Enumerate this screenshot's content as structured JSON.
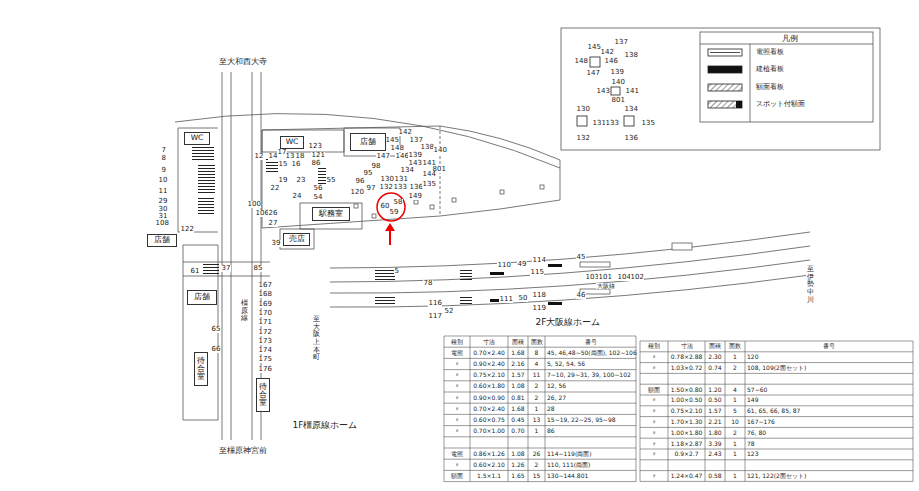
{
  "diagram": {
    "nodes": [
      {
        "text": [
          "WC"
        ]
      },
      {
        "text": [
          "WC"
        ]
      },
      {
        "text": [
          "店舗"
        ]
      },
      {
        "text": [
          "駅務室"
        ]
      },
      {
        "text": [
          "売店"
        ]
      },
      {
        "text": [
          "店舗"
        ]
      },
      {
        "text": [
          "店舗"
        ]
      },
      {
        "text": [
          "待合室"
        ]
      },
      {
        "text": [
          "待合室"
        ]
      }
    ],
    "labels": [
      "至大和西大寺",
      "7",
      "8",
      "9",
      "10",
      "11",
      "29",
      "30",
      "31",
      "108",
      "122",
      "12",
      "14",
      "17",
      "13",
      "18",
      "15",
      "16",
      "123",
      "121",
      "86",
      "147",
      "98",
      "95",
      "96",
      "97",
      "120",
      "19",
      "23",
      "22",
      "24",
      "56",
      "54",
      "55",
      "100",
      "106",
      "26",
      "27",
      "39",
      "61",
      "37",
      "85",
      "167",
      "168",
      "169",
      "170",
      "171",
      "172",
      "173",
      "174",
      "175",
      "176",
      "65",
      "66",
      "橿原線",
      "至大阪上本町",
      "1F橿原線ホーム",
      "至橿原神宮前",
      "142",
      "145",
      "137",
      "148",
      "138",
      "146",
      "139",
      "143",
      "141",
      "140",
      "801",
      "134",
      "144",
      "130",
      "131",
      "132",
      "133",
      "136",
      "135",
      "149",
      "60",
      "58",
      "59",
      "5",
      "110",
      "49",
      "114",
      "115",
      "45",
      "103",
      "101",
      "104",
      "102",
      "大阪線",
      "78",
      "116",
      "117",
      "52",
      "111",
      "50",
      "118",
      "119",
      "46",
      "2F大阪線ホーム",
      "至伊勢中川",
      "145",
      "142",
      "137",
      "138",
      "148",
      "146",
      "147",
      "139",
      "140",
      "143",
      "141",
      "801",
      "130",
      "131",
      "132",
      "134",
      "133",
      "135",
      "136",
      "凡例",
      "種別",
      "寸法",
      "面積",
      "面数",
      "番号",
      "電照",
      "0.70×2.40",
      "1.68",
      "8",
      "45, 46,48~50(両面), 102~106",
      "〃",
      "0.90×2.40",
      "2.16",
      "4",
      "5, 52, 54, 56",
      "〃",
      "0.75×2.10",
      "1.57",
      "11",
      "7~10, 29~31, 39, 100~102",
      "〃",
      "0.60×1.80",
      "1.08",
      "2",
      "12, 56",
      "〃",
      "0.90×0.90",
      "0.81",
      "2",
      "26, 27",
      "〃",
      "0.70×2.40",
      "1.68",
      "1",
      "28",
      "〃",
      "0.60×0.75",
      "0.45",
      "13",
      "15~19, 22~25, 95~98",
      "〃",
      "0.70×1.00",
      "0.70",
      "1",
      "86",
      "電照",
      "0.86×1.26",
      "1.08",
      "26",
      "114~119(両面)",
      "〃",
      "0.60×2.10",
      "1.26",
      "2",
      "110, 111(両面)",
      "額面",
      "1.5×1.1",
      "1.65",
      "15",
      "130~144.801",
      "種別",
      "寸法",
      "面積",
      "面数",
      "番号",
      "〃",
      "0.78×2.88",
      "2.30",
      "1",
      "120",
      "〃",
      "1.03×0.72",
      "0.74",
      "2",
      "108, 109(2面セット)",
      "額面",
      "1.50×0.80",
      "1.20",
      "4",
      "57~60",
      "〃",
      "1.00×0.50",
      "0.50",
      "1",
      "149",
      "〃",
      "0.75×2.10",
      "1.57",
      "5",
      "61, 65, 66, 85, 87",
      "〃",
      "1.70×1.30",
      "2.21",
      "10",
      "167~176",
      "〃",
      "1.00×1.80",
      "1.80",
      "2",
      "76, 80",
      "〃",
      "1.18×2.87",
      "3.39",
      "1",
      "78",
      "〃",
      "0.9×2.7",
      "2.43",
      "1",
      "123",
      "〃",
      "1.24×0.47",
      "0.58",
      "1",
      "121, 122(2面セット)"
    ],
    "legend": [
      {
        "text": "電照看板"
      },
      {
        "text": "建植看板"
      },
      {
        "text": "額面看板"
      },
      {
        "text": "スポット付額面"
      }
    ]
  }
}
